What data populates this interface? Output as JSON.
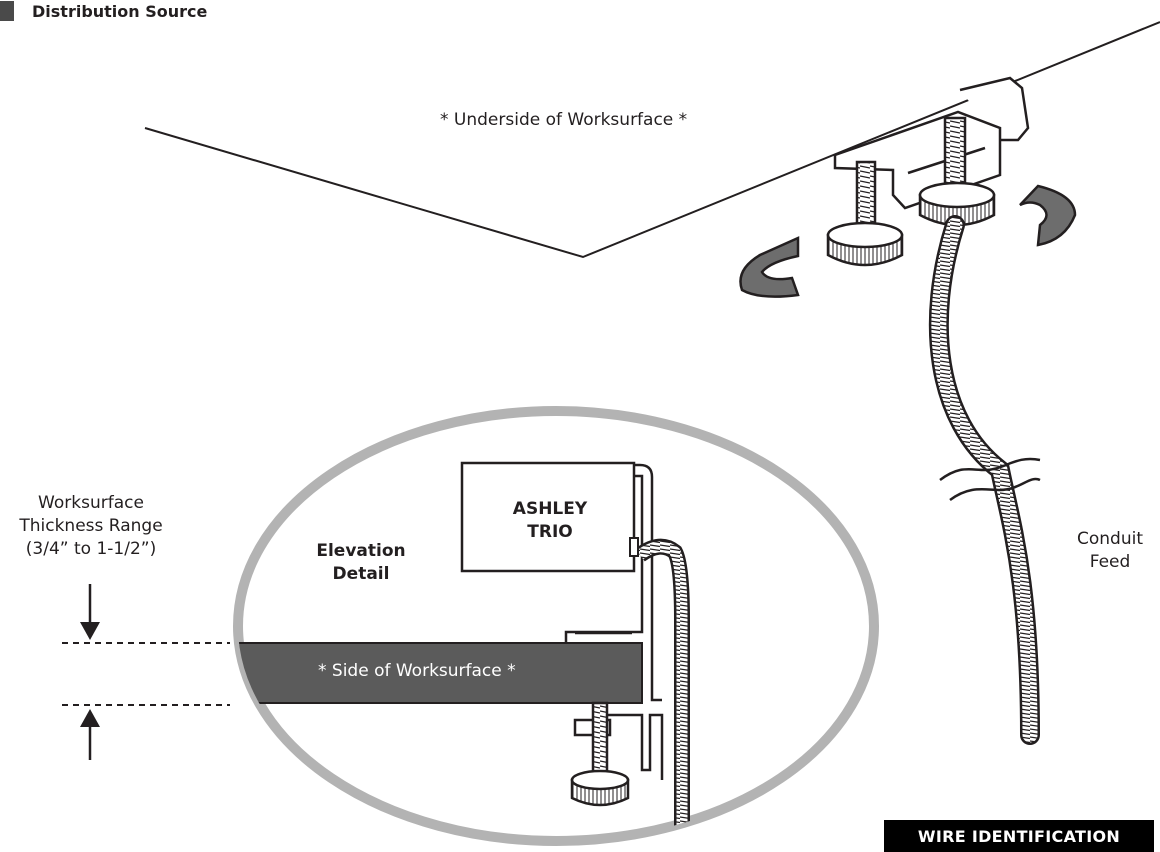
{
  "header": {
    "title": "Distribution Source"
  },
  "labels": {
    "underside": "* Underside of Worksurface *",
    "thickness_line1": "Worksurface",
    "thickness_line2": "Thickness Range",
    "thickness_line3": "(3/4” to 1-1/2”)",
    "elevation_line1": "Elevation",
    "elevation_line2": "Detail",
    "product_line1": "ASHLEY",
    "product_line2": "TRIO",
    "side": "* Side of Worksurface *",
    "conduit_line1": "Conduit",
    "conduit_line2": "Feed"
  },
  "footer": {
    "wire_identification": "WIRE IDENTIFICATION"
  },
  "colors": {
    "outline": "#231f20",
    "worksurface_side": "#5b5b5b",
    "detail_ring": "#b3b3b3",
    "arrow_fill": "#6d6d6d"
  }
}
